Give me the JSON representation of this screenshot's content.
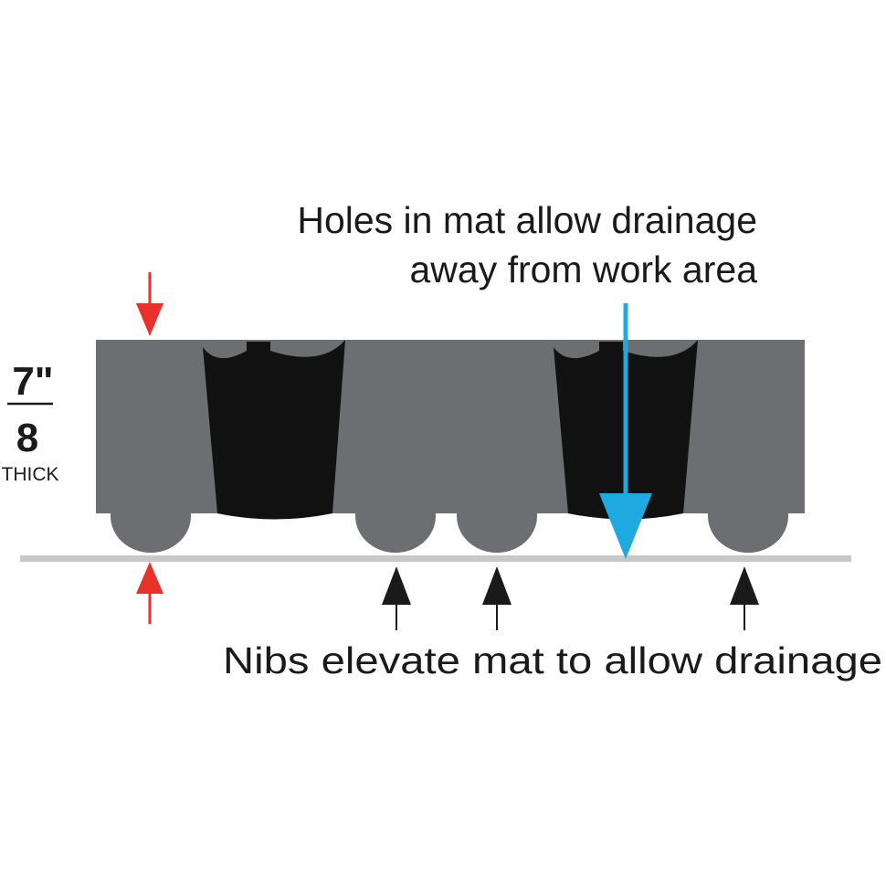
{
  "callouts": {
    "holes_line1": "Holes in mat allow drainage",
    "holes_line2": "away from work area",
    "nibs": "Nibs elevate mat to allow drainage"
  },
  "thickness": {
    "numerator": "7\"",
    "denominator": "8",
    "unit": "THICK"
  },
  "colors": {
    "mat_gray": "#6d6e71",
    "hole_black": "#111111",
    "floor_line": "#c8c8c8",
    "thickness_arrow": "#e8312a",
    "drain_arrow": "#1fa9e1",
    "nib_arrow": "#1a1a1a",
    "text": "#1a1a1a"
  },
  "icons": {
    "thickness_top": "down-arrow-red-icon",
    "thickness_bottom": "up-arrow-red-icon",
    "drainage": "down-arrow-blue-icon",
    "nib_pointer": "up-arrow-black-icon"
  }
}
